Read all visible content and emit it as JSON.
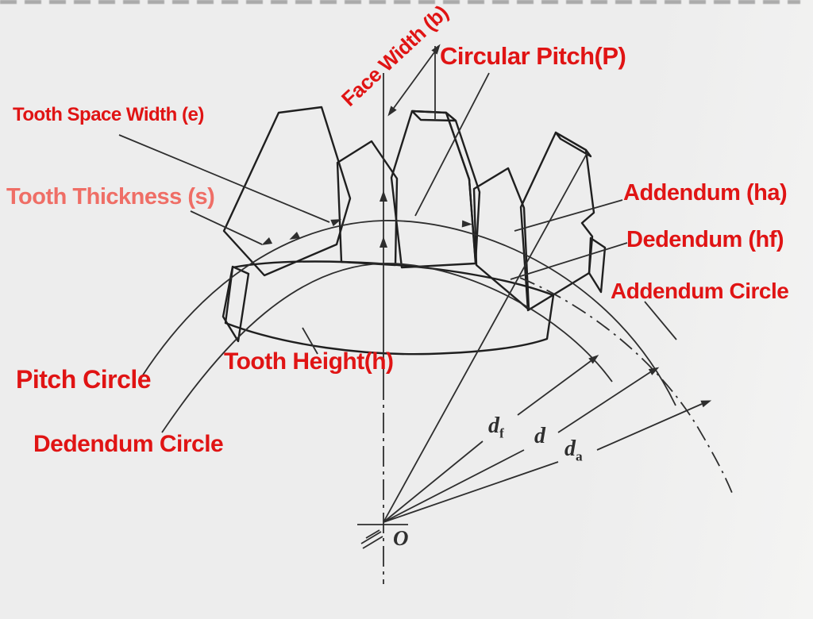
{
  "labels": {
    "face_width": "Face Width (b)",
    "circular_pitch": "Circular Pitch(P)",
    "tooth_space_width": "Tooth Space Width (e)",
    "tooth_thickness": "Tooth Thickness (s)",
    "addendum": "Addendum (ha)",
    "dedendum": "Dedendum (hf)",
    "addendum_circle": "Addendum Circle",
    "tooth_height": "Tooth Height(h)",
    "pitch_circle": "Pitch Circle",
    "dedendum_circle": "Dedendum Circle"
  },
  "dimensions": {
    "df": {
      "base": "d",
      "sub": "f"
    },
    "d": {
      "base": "d",
      "sub": ""
    },
    "da": {
      "base": "d",
      "sub": "a"
    },
    "center": "O"
  },
  "colors": {
    "label_red": "#e01414",
    "label_red_faded": "#ef6e66",
    "line_dark": "#2e2e2e",
    "background": "#ededed",
    "dash_border": "#8f8f8f"
  }
}
